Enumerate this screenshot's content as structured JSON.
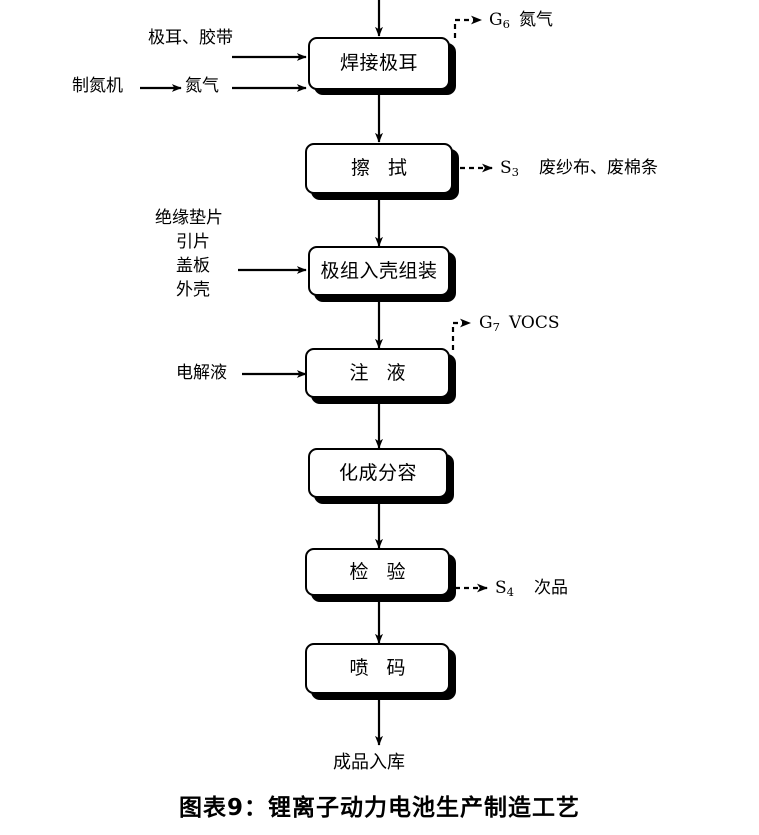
{
  "figure": {
    "caption": "图表9：锂离子动力电池生产制造工艺",
    "type": "process-flowchart",
    "orientation": "top-to-bottom",
    "colors": {
      "background": "#ffffff",
      "stroke": "#000000",
      "box_fill": "#ffffff",
      "shadow": "#000000"
    }
  },
  "process_steps": [
    {
      "id": "step-welding",
      "label": "焊接极耳"
    },
    {
      "id": "step-wiping",
      "label": "擦 拭"
    },
    {
      "id": "step-assembly",
      "label": "极组入壳组装"
    },
    {
      "id": "step-filling",
      "label": "注 液"
    },
    {
      "id": "step-formation",
      "label": "化成分容"
    },
    {
      "id": "step-inspect",
      "label": "检 验"
    },
    {
      "id": "step-coding",
      "label": "喷 码"
    }
  ],
  "inputs": {
    "welding_top": "极耳、胶带",
    "nitrogen_generator": "制氮机",
    "nitrogen_gas": "氮气",
    "assembly_materials": [
      "绝缘垫片",
      "引片",
      "盖板",
      "外壳"
    ],
    "electrolyte": "电解液"
  },
  "outputs": [
    {
      "id": "output-g6",
      "code": "G",
      "subscript": "6",
      "text": "氮气",
      "from": "step-welding",
      "kind": "waste-gas"
    },
    {
      "id": "output-s3",
      "code": "S",
      "subscript": "3",
      "text": "废纱布、废棉条",
      "from": "step-wiping",
      "kind": "solid-waste"
    },
    {
      "id": "output-g7",
      "code": "G",
      "subscript": "7",
      "text": "VOCS",
      "from": "step-filling",
      "kind": "waste-gas"
    },
    {
      "id": "output-s4",
      "code": "S",
      "subscript": "4",
      "text": "次品",
      "from": "step-inspect",
      "kind": "solid-waste"
    }
  ],
  "terminal": {
    "label": "成品入库"
  }
}
